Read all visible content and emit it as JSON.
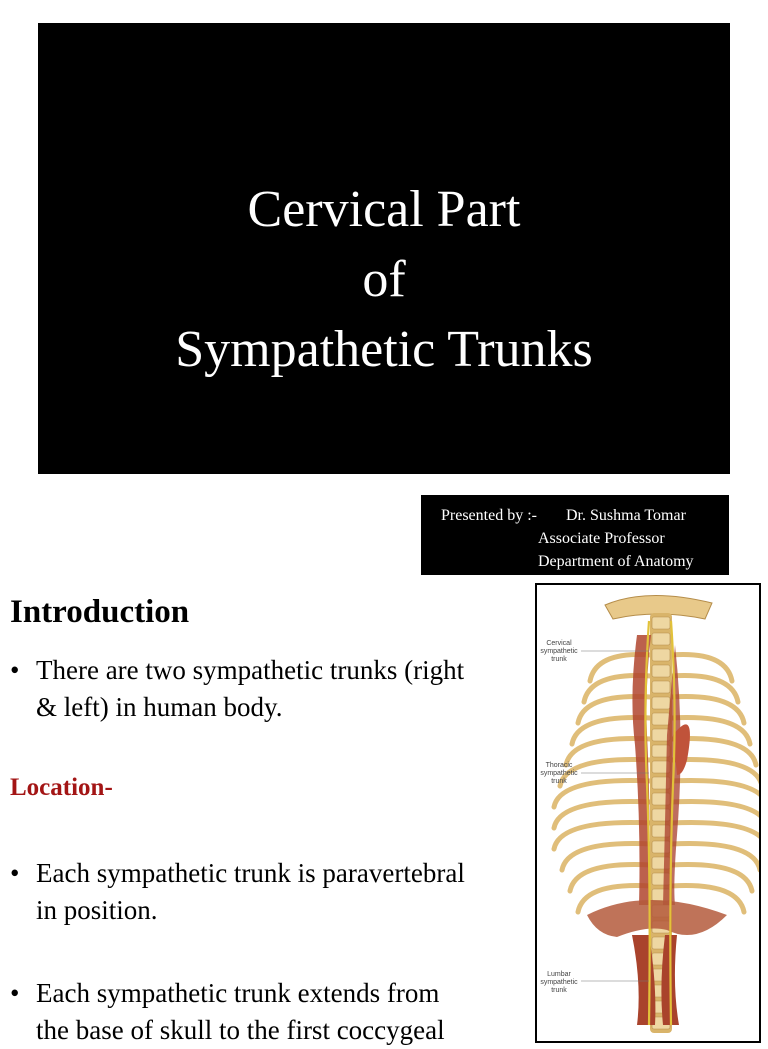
{
  "title_slide": {
    "lines": [
      "Cervical Part",
      "of",
      "Sympathetic Trunks"
    ]
  },
  "presenter": {
    "label": "Presented by :-",
    "name": "Dr. Sushma Tomar",
    "role": "Associate Professor",
    "department": "Department of Anatomy"
  },
  "introduction": {
    "heading": "Introduction",
    "bullet1": [
      "There are two sympathetic trunks (right",
      "& left) in human body."
    ],
    "location_heading": "Location-",
    "bullet2": [
      "Each sympathetic trunk is paravertebral",
      "in position."
    ],
    "bullet3": [
      "Each sympathetic trunk  extends from",
      "the base of  skull to the first coccygeal"
    ]
  },
  "figure": {
    "labels": {
      "cervical": [
        "Cervical",
        "sympathetic",
        "trunk"
      ],
      "thoracic": [
        "Thoracic",
        "sympathetic",
        "trunk"
      ],
      "lumbar": [
        "Lumbar",
        "sympathetic",
        "trunk"
      ]
    },
    "colors": {
      "bone": "#e8c98a",
      "muscle": "#b0452e",
      "nerve": "#e2c23a"
    }
  },
  "bullet_glyph": "•"
}
